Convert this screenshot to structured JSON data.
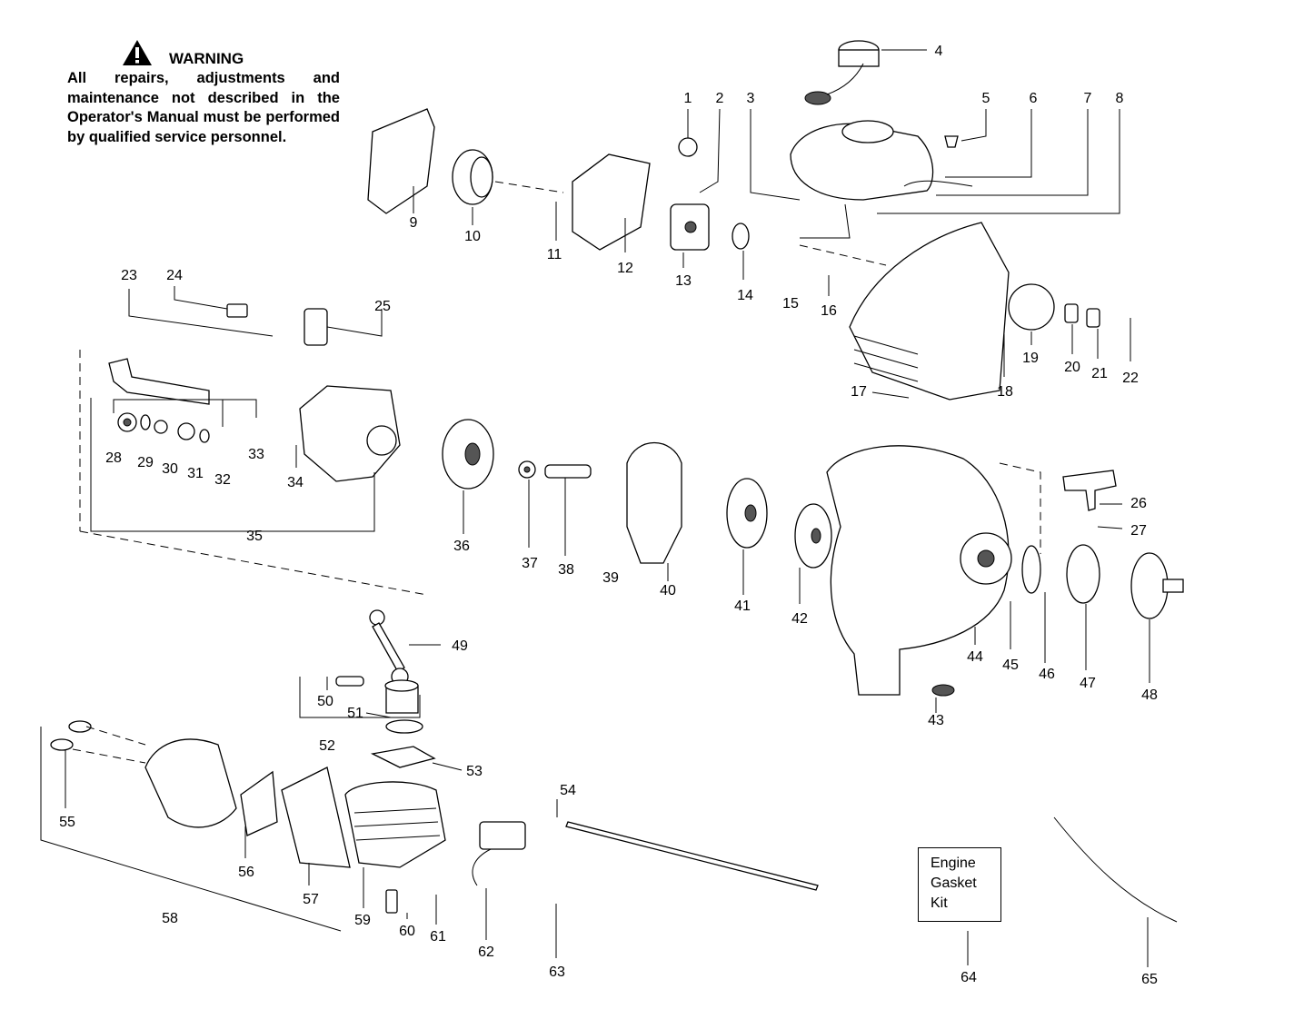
{
  "warning": {
    "icon": "warning-triangle-icon",
    "title": "WARNING",
    "text": "All repairs, adjustments and maintenance not described in the Operator's Manual must be performed by qualified service personnel."
  },
  "kit": {
    "line1": "Engine",
    "line2": "Gasket",
    "line3": "Kit"
  },
  "callouts": [
    "1",
    "2",
    "3",
    "4",
    "5",
    "6",
    "7",
    "8",
    "9",
    "10",
    "11",
    "12",
    "13",
    "14",
    "15",
    "16",
    "17",
    "18",
    "19",
    "20",
    "21",
    "22",
    "23",
    "24",
    "25",
    "26",
    "27",
    "28",
    "29",
    "30",
    "31",
    "32",
    "33",
    "34",
    "35",
    "36",
    "37",
    "38",
    "39",
    "40",
    "41",
    "42",
    "43",
    "44",
    "45",
    "46",
    "47",
    "48",
    "49",
    "50",
    "51",
    "52",
    "53",
    "54",
    "55",
    "56",
    "57",
    "58",
    "59",
    "60",
    "61",
    "62",
    "63",
    "64",
    "65"
  ]
}
